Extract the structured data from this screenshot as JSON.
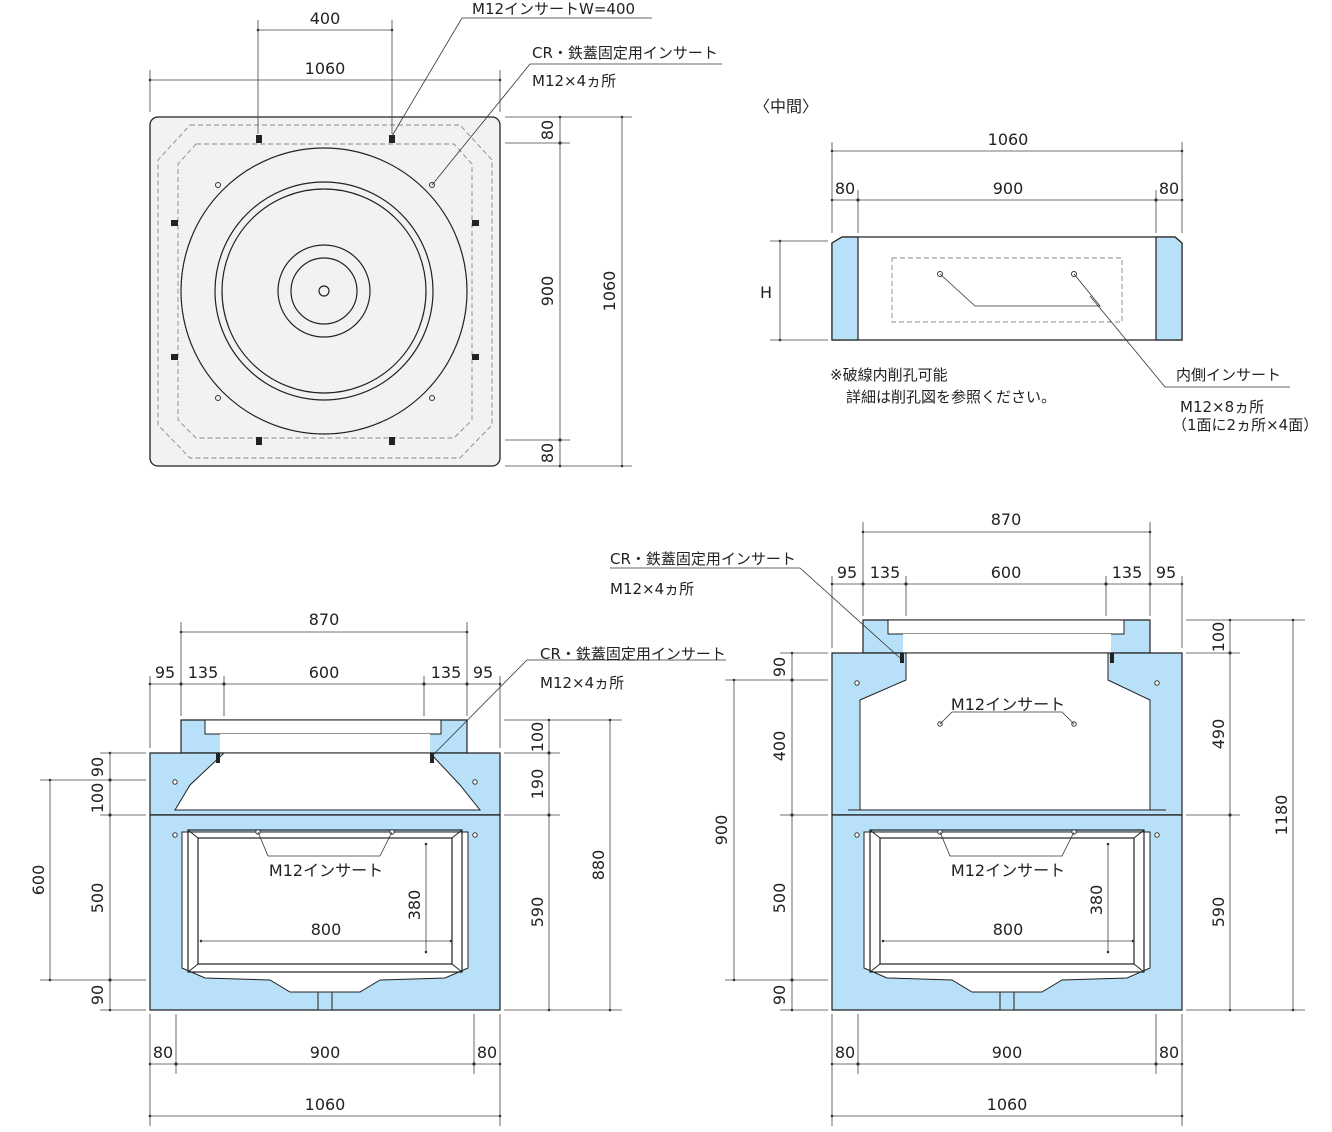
{
  "colors": {
    "concrete": "#b8e0f8",
    "line": "#222222",
    "plan_fill": "#f2f2f2"
  },
  "plan": {
    "dims": {
      "top_400": "400",
      "top_1060": "1060",
      "right_80a": "80",
      "right_900": "900",
      "right_80b": "80",
      "right_1060": "1060"
    },
    "labels": {
      "insert_w": "M12インサートW=400",
      "cr_insert": "CR・鉄蓋固定用インサート",
      "cr_count": "M12×4ヵ所"
    }
  },
  "middle": {
    "title": "〈中間〉",
    "dims": {
      "d1060": "1060",
      "d80l": "80",
      "d900": "900",
      "d80r": "80",
      "h": "H"
    },
    "note1": "※破線内削孔可能",
    "note2": "詳細は削孔図を参照ください。",
    "inner_insert": "内側インサート",
    "inner_count": "M12×8ヵ所",
    "inner_detail": "（1面に2ヵ所×4面）"
  },
  "left": {
    "top_dims": {
      "d870": "870",
      "d95a": "95",
      "d135a": "135",
      "d600": "600",
      "d135b": "135",
      "d95b": "95"
    },
    "cr_insert": "CR・鉄蓋固定用インサート",
    "cr_count": "M12×4ヵ所",
    "left_dims": {
      "d600": "600",
      "d90a": "90",
      "d100": "100",
      "d500": "500",
      "d90b": "90"
    },
    "right_dims": {
      "d100": "100",
      "d190": "190",
      "d590": "590",
      "d880": "880"
    },
    "inner": {
      "m12": "M12インサート",
      "d380": "380",
      "d800": "800"
    },
    "bottom_dims": {
      "d80a": "80",
      "d900": "900",
      "d80b": "80",
      "d1060": "1060"
    }
  },
  "right": {
    "top_dims": {
      "d870": "870",
      "d95a": "95",
      "d135a": "135",
      "d600": "600",
      "d135b": "135",
      "d95b": "95"
    },
    "cr_insert": "CR・鉄蓋固定用インサート",
    "cr_count": "M12×4ヵ所",
    "left_dims": {
      "d900": "900",
      "d90a": "90",
      "d400": "400",
      "d500": "500",
      "d90b": "90"
    },
    "right_dims": {
      "d100": "100",
      "d490": "490",
      "d590": "590",
      "d1180": "1180"
    },
    "inner_top": {
      "m12": "M12インサート"
    },
    "inner": {
      "m12": "M12インサート",
      "d380": "380",
      "d800": "800"
    },
    "bottom_dims": {
      "d80a": "80",
      "d900": "900",
      "d80b": "80",
      "d1060": "1060"
    }
  }
}
